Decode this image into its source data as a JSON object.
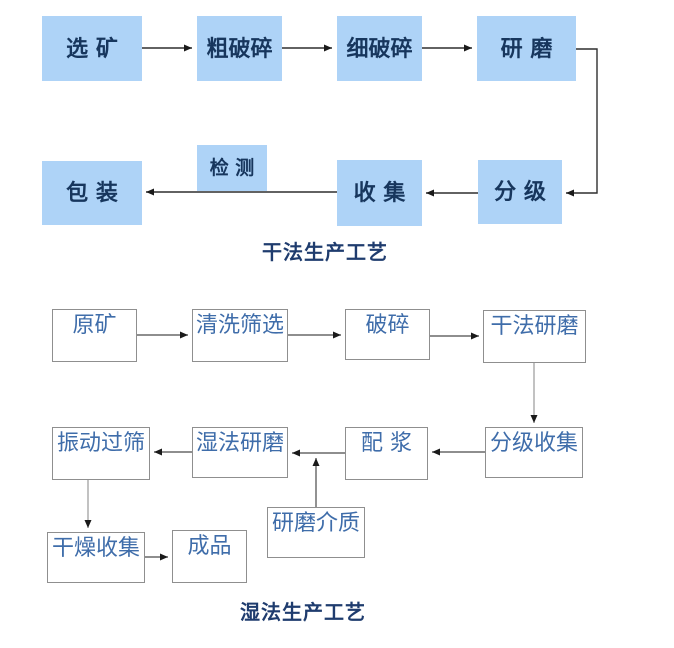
{
  "dry_process": {
    "title": "干法生产工艺",
    "nodes": {
      "ore_selection": "选 矿",
      "coarse_crushing": "粗破碎",
      "fine_crushing": "细破碎",
      "grinding": "研 磨",
      "inspection": "检 测",
      "classification": "分 级",
      "collection": "收 集",
      "packaging": "包 装"
    },
    "edges": [
      {
        "from": "选 矿",
        "to": "粗破碎"
      },
      {
        "from": "粗破碎",
        "to": "细破碎"
      },
      {
        "from": "细破碎",
        "to": "研 磨"
      },
      {
        "from": "研 磨",
        "to": "分 级"
      },
      {
        "from": "分 级",
        "to": "收 集"
      },
      {
        "from": "收 集",
        "to": "包 装",
        "passes_under": "检 测"
      }
    ]
  },
  "wet_process": {
    "title": "湿法生产工艺",
    "nodes": {
      "raw_ore": "原矿",
      "washing_screening": "清洗筛选",
      "crushing": "破碎",
      "dry_grinding": "干法研磨",
      "classified_collection": "分级收集",
      "slurry_mixing": "配 浆",
      "wet_grinding": "湿法研磨",
      "vibrating_screening": "振动过筛",
      "grinding_media": "研磨介质",
      "drying_collection": "干燥收集",
      "finished_product": "成品"
    },
    "edges": [
      {
        "from": "原矿",
        "to": "清洗筛选"
      },
      {
        "from": "清洗筛选",
        "to": "破碎"
      },
      {
        "from": "破碎",
        "to": "干法研磨"
      },
      {
        "from": "干法研磨",
        "to": "分级收集"
      },
      {
        "from": "分级收集",
        "to": "配 浆"
      },
      {
        "from": "配 浆",
        "to": "湿法研磨"
      },
      {
        "from": "研磨介质",
        "to_edge": "配 浆 → 湿法研磨"
      },
      {
        "from": "湿法研磨",
        "to": "振动过筛"
      },
      {
        "from": "振动过筛",
        "to": "干燥收集"
      },
      {
        "from": "干燥收集",
        "to": "成品"
      }
    ]
  },
  "colors": {
    "dry_node_fill": "#aed3f7",
    "dry_node_text": "#17365d",
    "wet_node_border": "#8f8f8f",
    "wet_node_text": "#3f6daa",
    "title_text": "#1f3c6e",
    "connector_dark": "#2f2f2f",
    "connector_mid": "#4a4a4a",
    "connector_gray": "#9a9a9a",
    "arrowhead": "#1a1a1a",
    "background": "#ffffff"
  }
}
